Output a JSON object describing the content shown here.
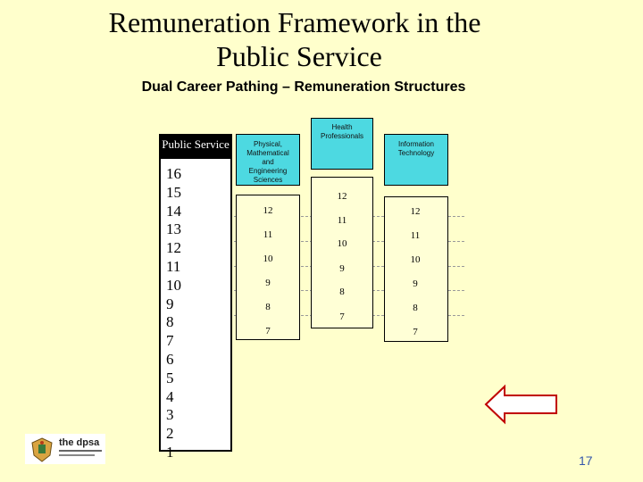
{
  "title": {
    "line1": "Remuneration Framework in the",
    "line2": "Public Service"
  },
  "subtitle": "Dual Career Pathing – Remuneration Structures",
  "public_service": {
    "label": "Public Service",
    "levels": [
      "16",
      "15",
      "14",
      "13",
      "12",
      "11",
      "10",
      "9",
      "8",
      "7",
      "6",
      "5",
      "4",
      "3",
      "2",
      "1"
    ]
  },
  "columns": [
    {
      "key": "pmes",
      "label_lines": [
        "Physical,",
        "Mathematical",
        "and",
        "Engineering",
        "Sciences"
      ],
      "levels": [
        "12",
        "11",
        "10",
        "9",
        "8",
        "7"
      ]
    },
    {
      "key": "health",
      "label_lines": [
        "Health",
        "Professionals"
      ],
      "levels": [
        "12",
        "11",
        "10",
        "9",
        "8",
        "7"
      ]
    },
    {
      "key": "it",
      "label_lines": [
        "Information",
        "Technology"
      ],
      "levels": [
        "12",
        "11",
        "10",
        "9",
        "8",
        "7"
      ]
    }
  ],
  "logo": {
    "text": "the dpsa"
  },
  "page_number": "17",
  "colors": {
    "background": "#ffffcc",
    "header_box": "#4dd9e1",
    "page_number": "#3355aa"
  },
  "icons": {
    "arrow": "left-arrow-icon",
    "seal": "coat-of-arms-icon"
  }
}
